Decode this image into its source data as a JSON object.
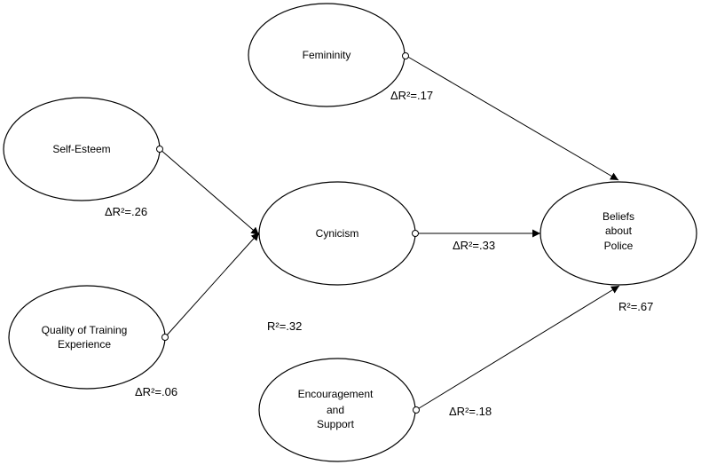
{
  "nodes": {
    "femininity": {
      "lines": [
        "Femininity"
      ]
    },
    "self_esteem": {
      "lines": [
        "Self-Esteem"
      ]
    },
    "cynicism": {
      "lines": [
        "Cynicism"
      ]
    },
    "beliefs": {
      "lines": [
        "Beliefs",
        "about",
        "Police"
      ]
    },
    "training": {
      "lines": [
        "Quality of Training",
        "Experience"
      ]
    },
    "encouragement": {
      "lines": [
        "Encouragement",
        "and",
        "Support"
      ]
    }
  },
  "stats": {
    "femininity": "ΔR²=.17",
    "self_esteem": "ΔR²=.26",
    "cynicism_path": "ΔR²=.33",
    "training": "ΔR²=.06",
    "encouragement": "ΔR²=.18",
    "cynicism_total": "R²=.32",
    "beliefs_total": "R²=.67"
  }
}
